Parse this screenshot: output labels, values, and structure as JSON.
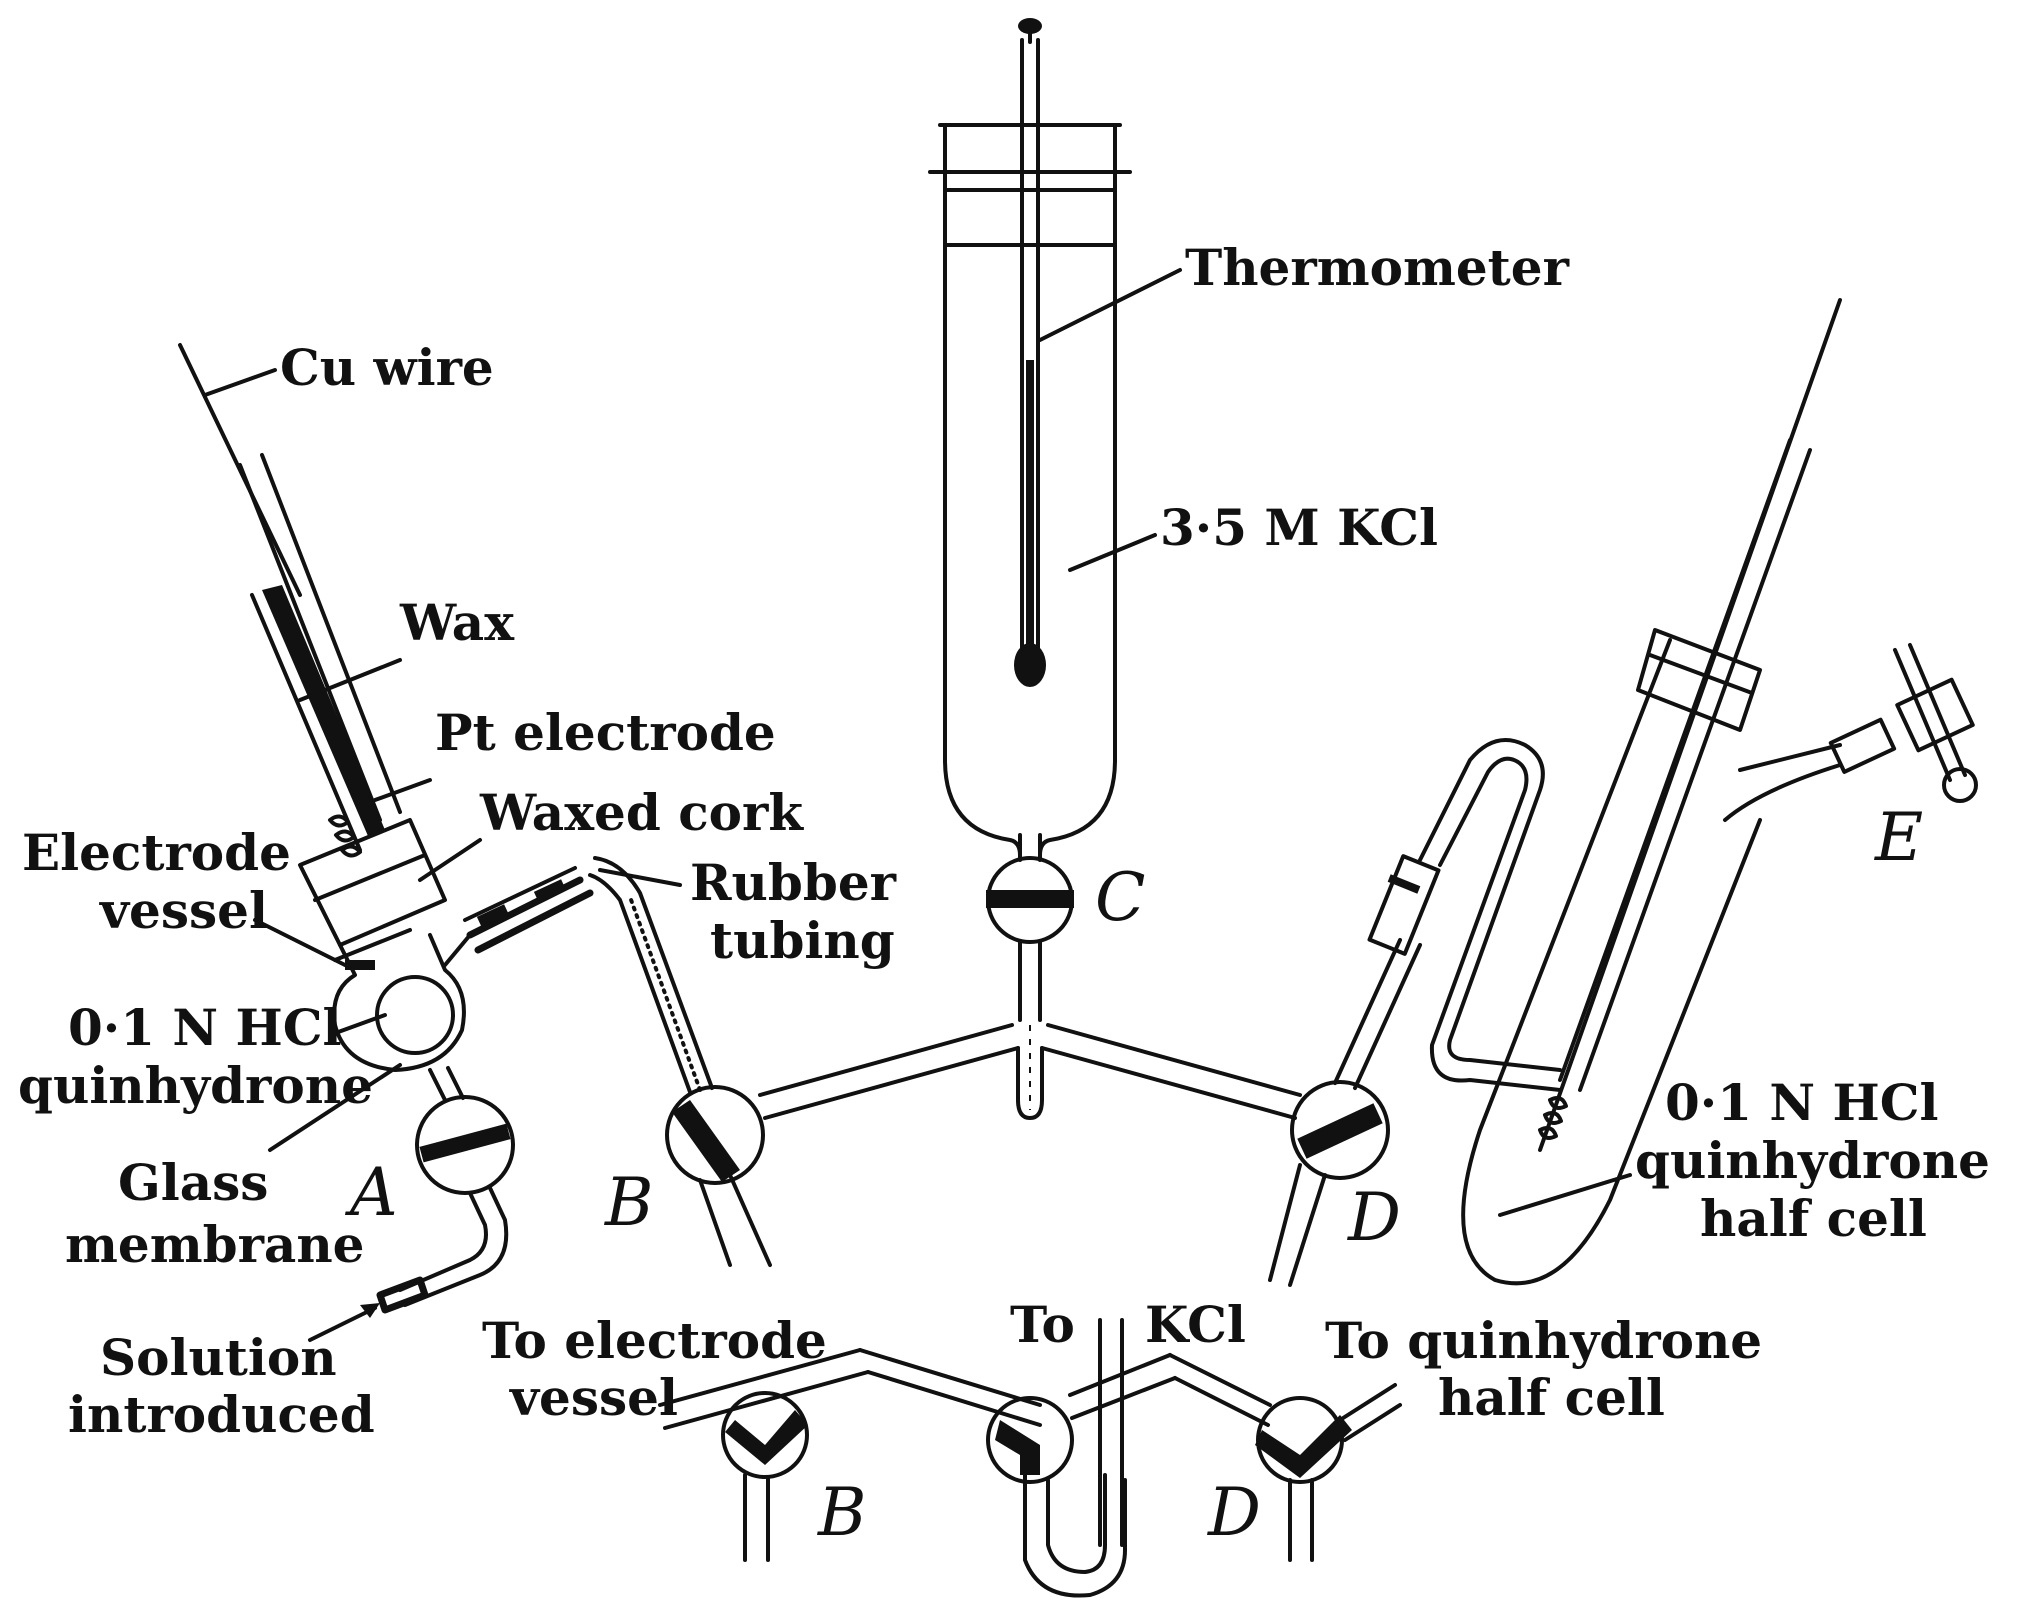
{
  "labels": {
    "cu_wire": "Cu wire",
    "wax": "Wax",
    "pt_electrode": "Pt electrode",
    "waxed_cork": "Waxed cork",
    "electrode_vessel_1": "Electrode",
    "electrode_vessel_2": "vessel",
    "hcl_left_1": "0·1 N HCl",
    "hcl_left_2": "quinhydrone",
    "glass_membrane_1": "Glass",
    "glass_membrane_2": "membrane",
    "solution_1": "Solution",
    "solution_2": "introduced",
    "rubber_tubing_1": "Rubber",
    "rubber_tubing_2": "tubing",
    "thermometer": "Thermometer",
    "kcl_conc": "3·5 M KCl",
    "hcl_right_1": "0·1 N HCl",
    "hcl_right_2": "quinhydrone",
    "hcl_right_3": "half cell",
    "to_electrode_1": "To electrode",
    "to_electrode_2": "vessel",
    "to_kcl_1": "To",
    "to_kcl_2": "KCl",
    "to_quin_1": "To quinhydrone",
    "to_quin_2": "half cell"
  },
  "stopcocks": {
    "a": "A",
    "b": "B",
    "c": "C",
    "d": "D",
    "e": "E",
    "b_detail": "B",
    "d_detail": "D"
  }
}
